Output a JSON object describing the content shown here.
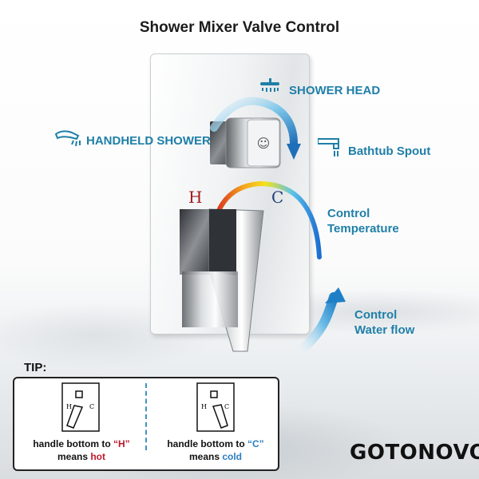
{
  "title": "Shower Mixer Valve Control",
  "labels": {
    "shower_head": "SHOWER HEAD",
    "handheld_shower": "HANDHELD SHOWER",
    "bathtub_spout": "Bathtub Spout",
    "control_temperature_line1": "Control",
    "control_temperature_line2": "Temperature",
    "control_water_flow_line1": "Control",
    "control_water_flow_line2": "Water flow"
  },
  "valve_letters": {
    "hot": "H",
    "cold": "C"
  },
  "tip": {
    "heading": "TIP:",
    "left": {
      "prefix": "handle bottom to ",
      "letter": "“H”",
      "means": "means ",
      "value": "hot"
    },
    "right": {
      "prefix": "handle bottom to ",
      "letter": "“C”",
      "means": "means ",
      "value": "cold"
    },
    "diagram_letters": {
      "h": "H",
      "c": "C"
    }
  },
  "brand": "GOTONOVO",
  "colors": {
    "accent_blue": "#1f7fa8",
    "hot_red": "#c0182a",
    "cold_blue": "#2a7fc0"
  },
  "icons": [
    "shower-head-icon",
    "handheld-shower-icon",
    "bathtub-spout-icon"
  ]
}
